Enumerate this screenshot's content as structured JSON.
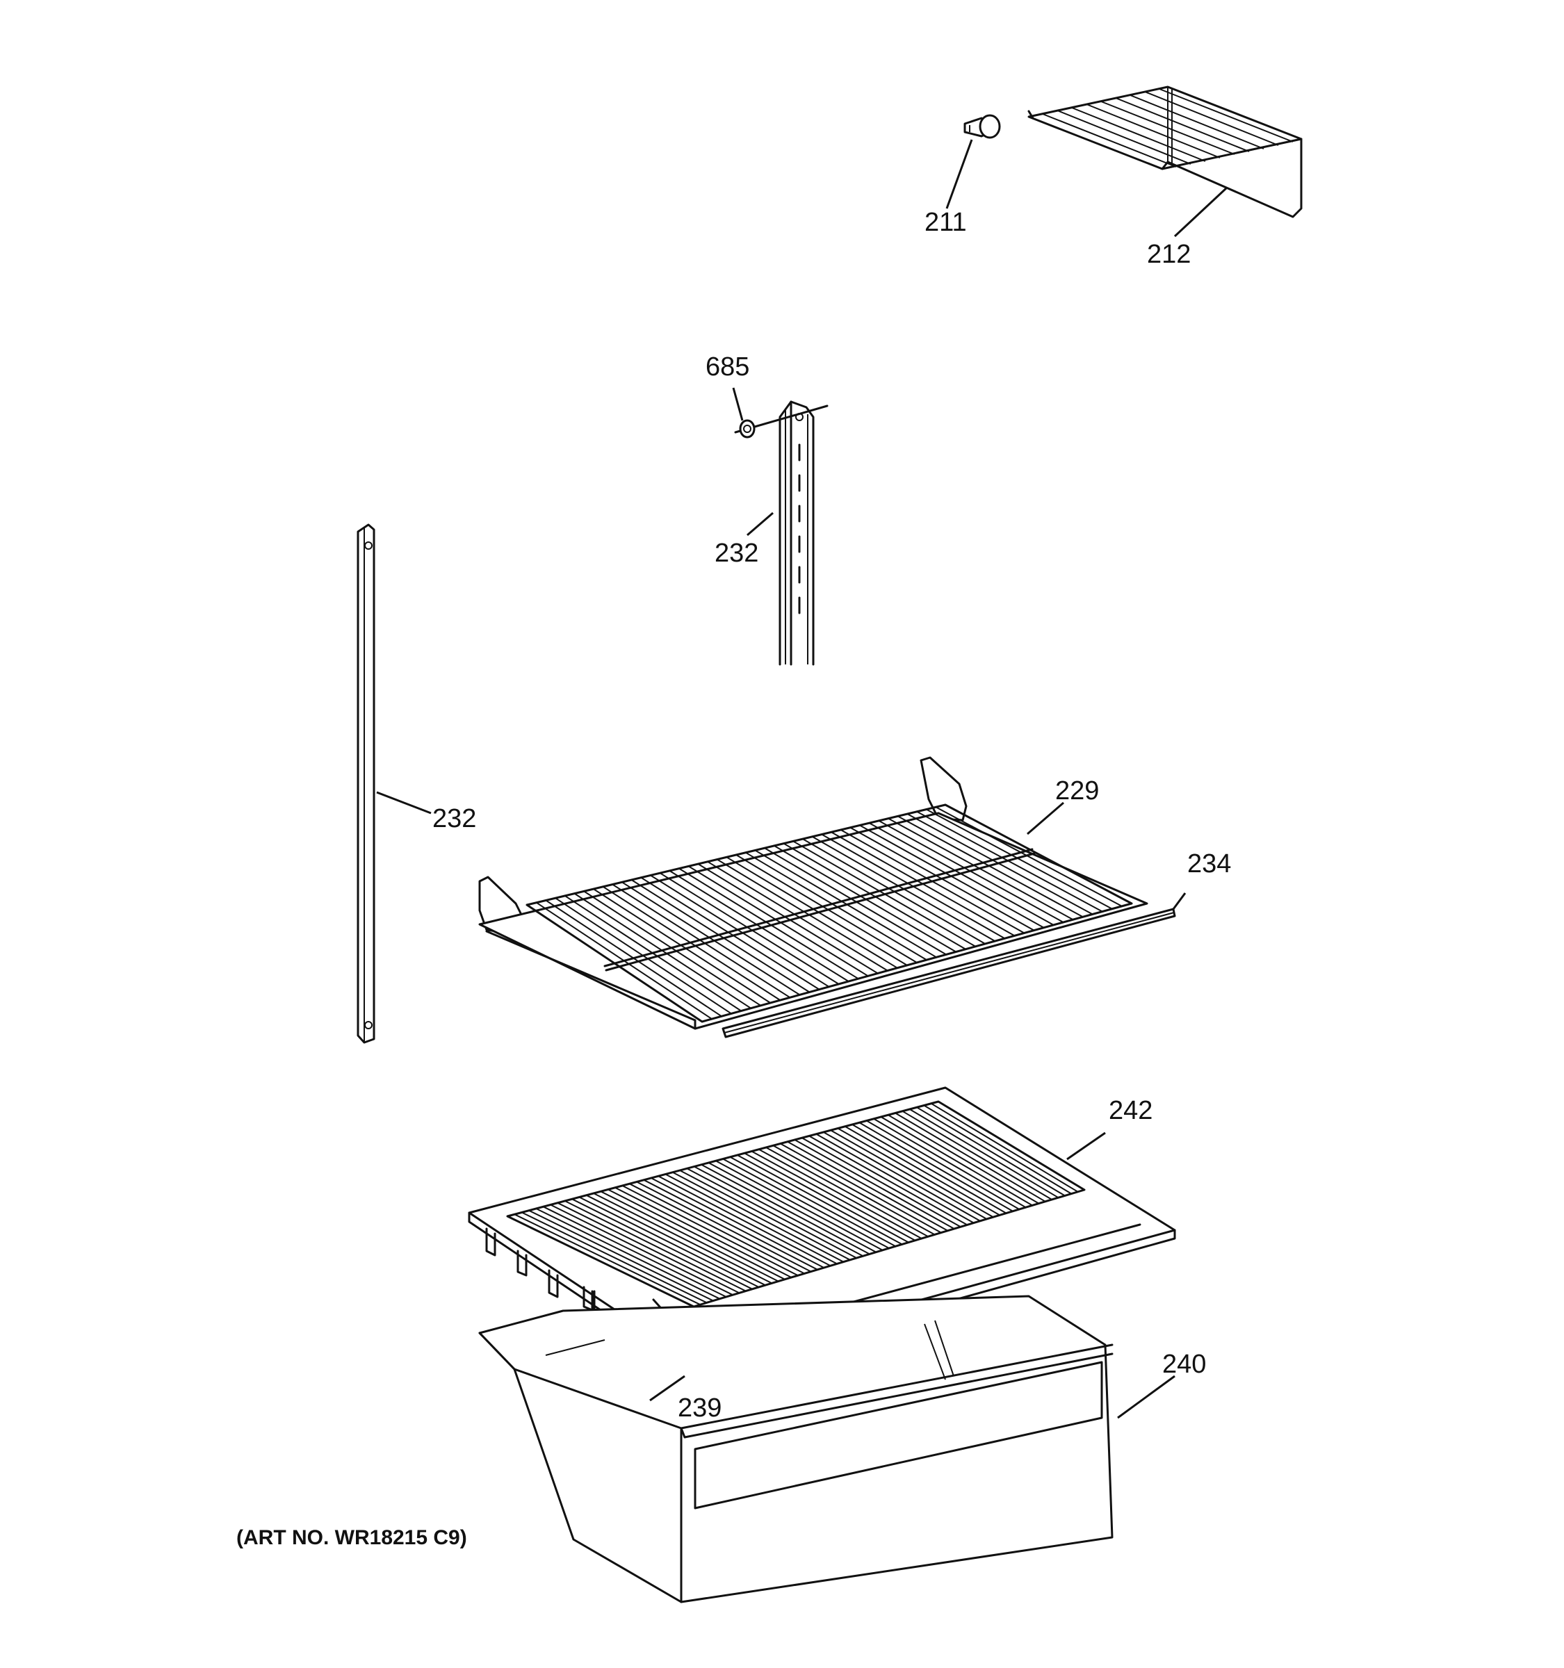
{
  "diagram": {
    "art_number": "(ART NO. WR18215 C9)",
    "callouts": [
      {
        "id": "211",
        "label": "211"
      },
      {
        "id": "212",
        "label": "212"
      },
      {
        "id": "685",
        "label": "685"
      },
      {
        "id": "232a",
        "label": "232"
      },
      {
        "id": "232b",
        "label": "232"
      },
      {
        "id": "229",
        "label": "229"
      },
      {
        "id": "234",
        "label": "234"
      },
      {
        "id": "242",
        "label": "242"
      },
      {
        "id": "240",
        "label": "240"
      },
      {
        "id": "239",
        "label": "239"
      }
    ]
  }
}
